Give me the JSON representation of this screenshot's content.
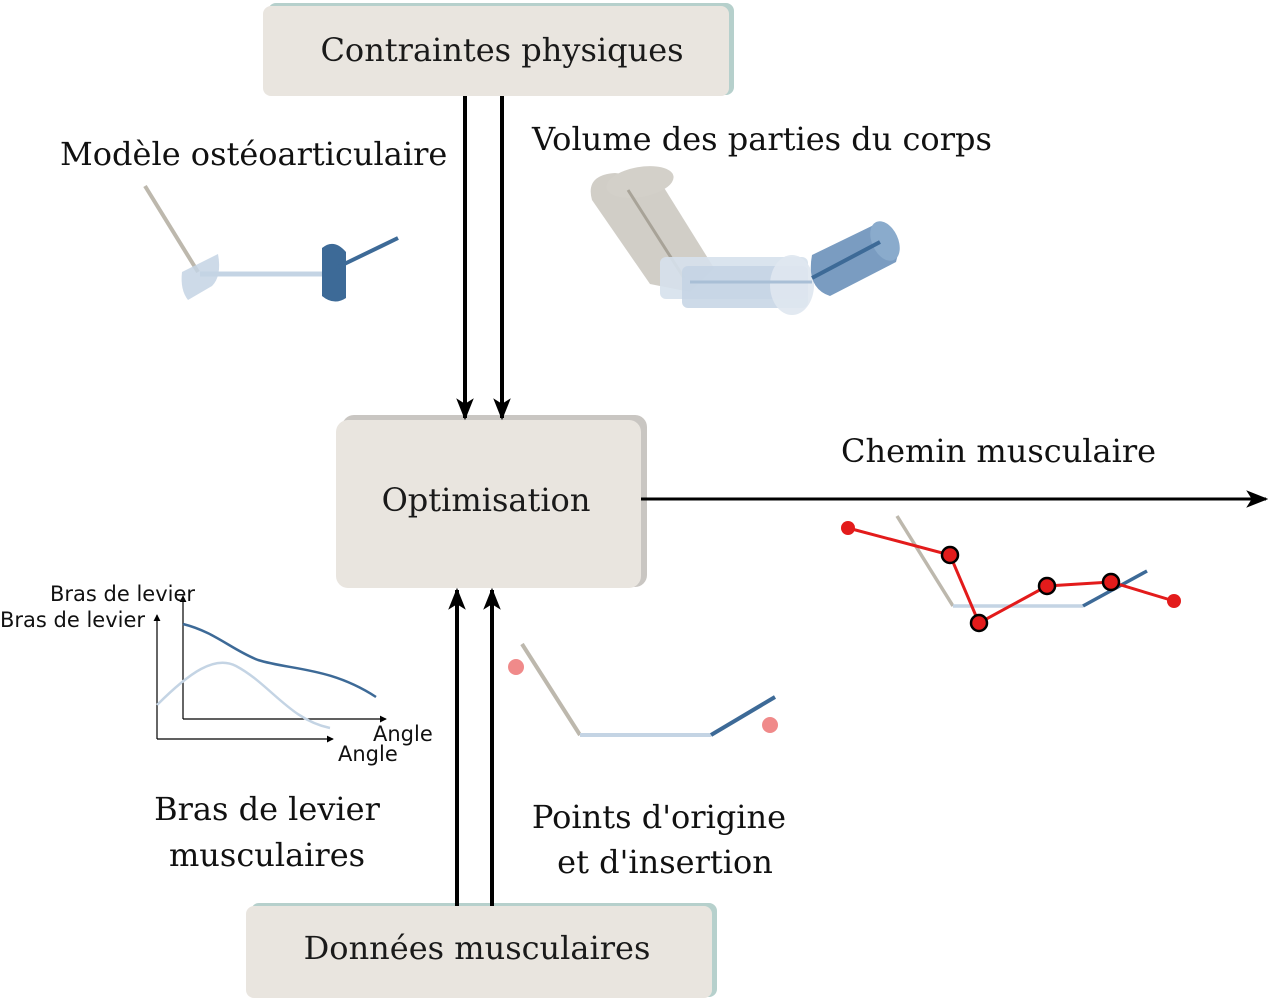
{
  "boxes": {
    "top": "Contraintes physiques",
    "middle": "Optimisation",
    "bottom": "Données musculaires"
  },
  "labels": {
    "bone_model": "Modèle ostéoarticulaire",
    "body_volume": "Volume des parties du corps",
    "muscle_path": "Chemin musculaire",
    "lever_arm_line1": "Bras de levier",
    "lever_arm_line2": "musculaires",
    "points_line1": "Points d'origine",
    "points_line2": "et d'insertion"
  },
  "mini_chart": {
    "ylabel_back": "Bras de levier",
    "ylabel_front": "Bras de levier",
    "xlabel_front": "Angle",
    "xlabel_back": "Angle"
  },
  "colors": {
    "box_fill": "#e9e5df",
    "box_shadow": "#b6d0cc",
    "dark_blue": "#3d6a97",
    "light_blue": "#c4d4e4",
    "bone_grey": "#bdb8ad",
    "path_red": "#e31b1b",
    "marker_pink": "#f08a8a"
  }
}
